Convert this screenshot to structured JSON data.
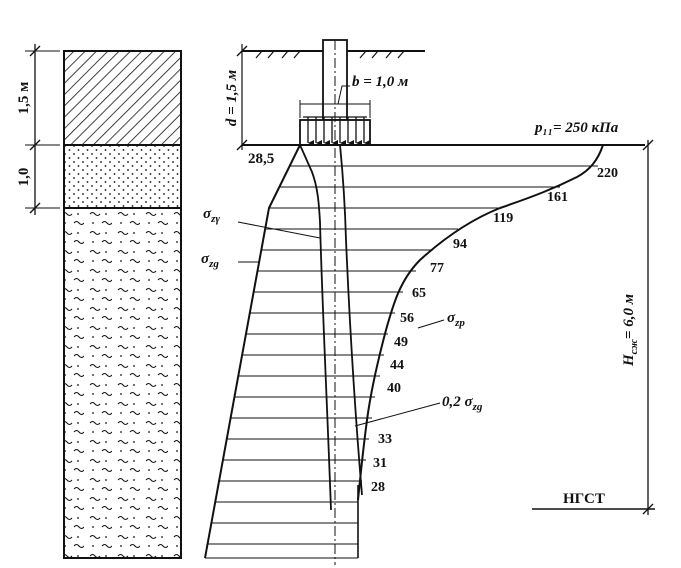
{
  "column": {
    "layers": [
      {
        "thickness": "1,5 м",
        "pattern": "hatch"
      },
      {
        "thickness": "1,0",
        "pattern": "dots"
      },
      {
        "thickness": "",
        "pattern": "waves"
      }
    ]
  },
  "foundation": {
    "depth_label": "d = 1,5 м",
    "width_label": "b = 1,0 м",
    "pressure_label": "p₁₁= 250 кПа"
  },
  "sigma_zg_surface": "28,5",
  "sigma_zp_values": [
    "220",
    "161",
    "119",
    "94",
    "77",
    "65",
    "56",
    "49",
    "44",
    "40",
    "33",
    "31",
    "28"
  ],
  "curve_labels": {
    "sigma_zgamma": "σ",
    "sigma_zgamma_sub": "zγ",
    "sigma_zg": "σ",
    "sigma_zg_sub": "zg",
    "sigma_zp": "σ",
    "sigma_zp_sub": "zp",
    "sigma_02zg": "0,2 σ",
    "sigma_02zg_sub": "zg"
  },
  "compressible_depth": {
    "label": "H",
    "label_sub": "сж",
    "value": "= 6,0 м"
  },
  "lower_boundary_label": "НГСТ"
}
